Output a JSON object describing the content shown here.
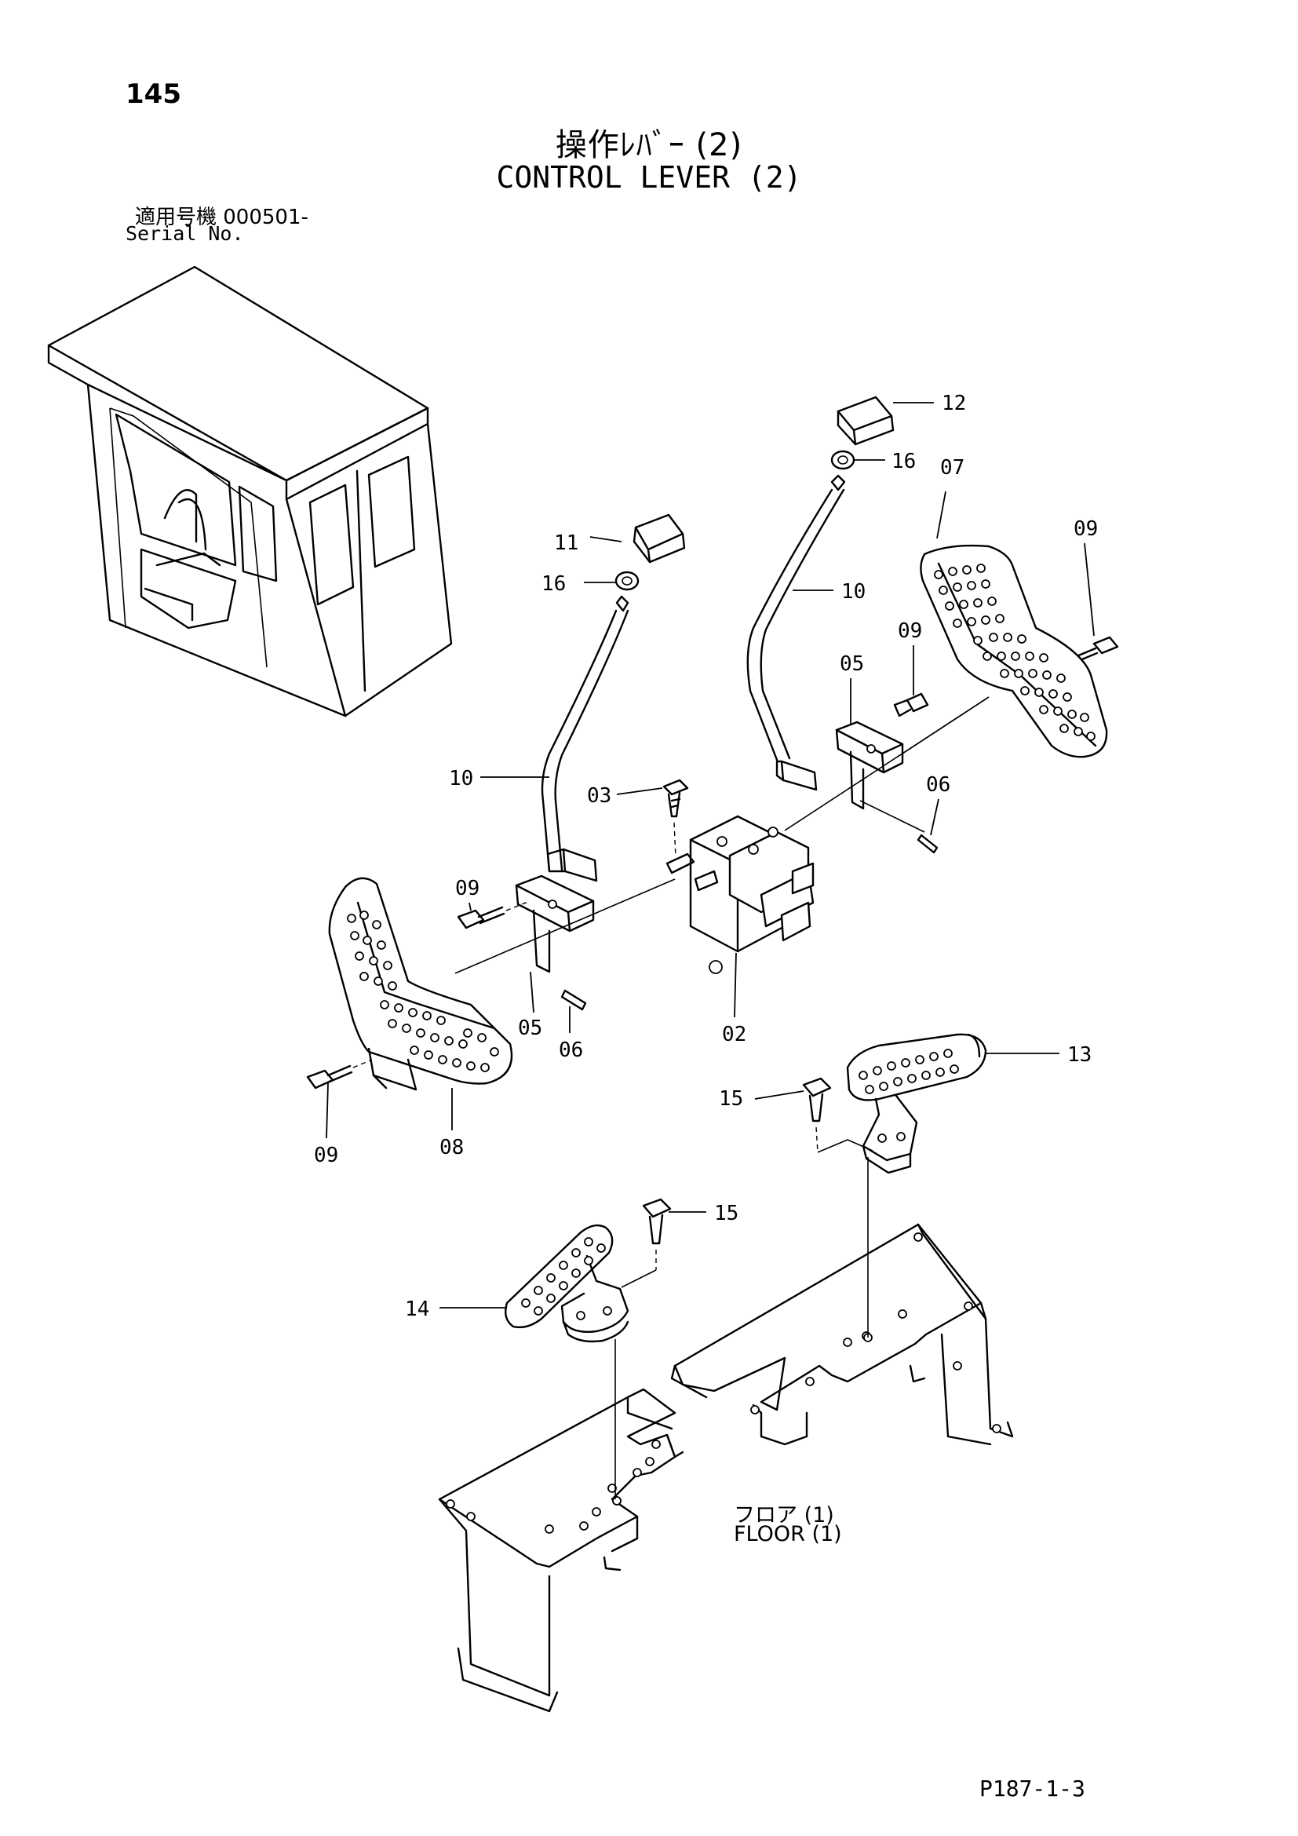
{
  "page": {
    "number": "145",
    "title_jp": "操作ﾚﾊﾞｰ (2)",
    "title_en": "CONTROL LEVER (2)",
    "serial_label_jp": "適用号機 000501-",
    "serial_label_en": "Serial No.",
    "page_code": "P187-1-3"
  },
  "floor": {
    "label_jp": "フロア (1)",
    "label_en": "FLOOR (1)"
  },
  "callouts": {
    "c12": "12",
    "c16a": "16",
    "c07": "07",
    "c09a": "09",
    "c11": "11",
    "c16b": "16",
    "c10a": "10",
    "c09b": "09",
    "c05a": "05",
    "c10b": "10",
    "c06a": "06",
    "c03": "03",
    "c09c": "09",
    "c05b": "05",
    "c06b": "06",
    "c02": "02",
    "c13": "13",
    "c15a": "15",
    "c09d": "09",
    "c08": "08",
    "c15b": "15",
    "c14": "14"
  }
}
